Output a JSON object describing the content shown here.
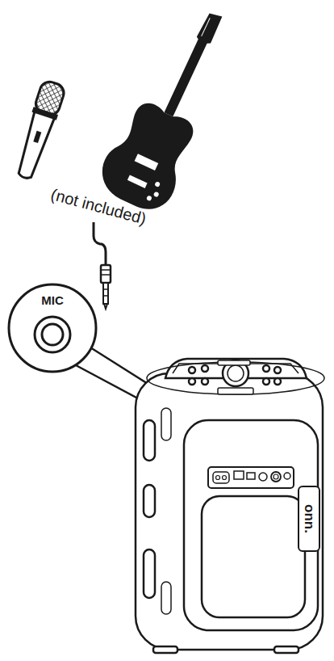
{
  "diagram": {
    "nodes": [
      {
        "text": [
          "MIC"
        ]
      }
    ],
    "labels": [
      "(not included)",
      "onn."
    ]
  }
}
